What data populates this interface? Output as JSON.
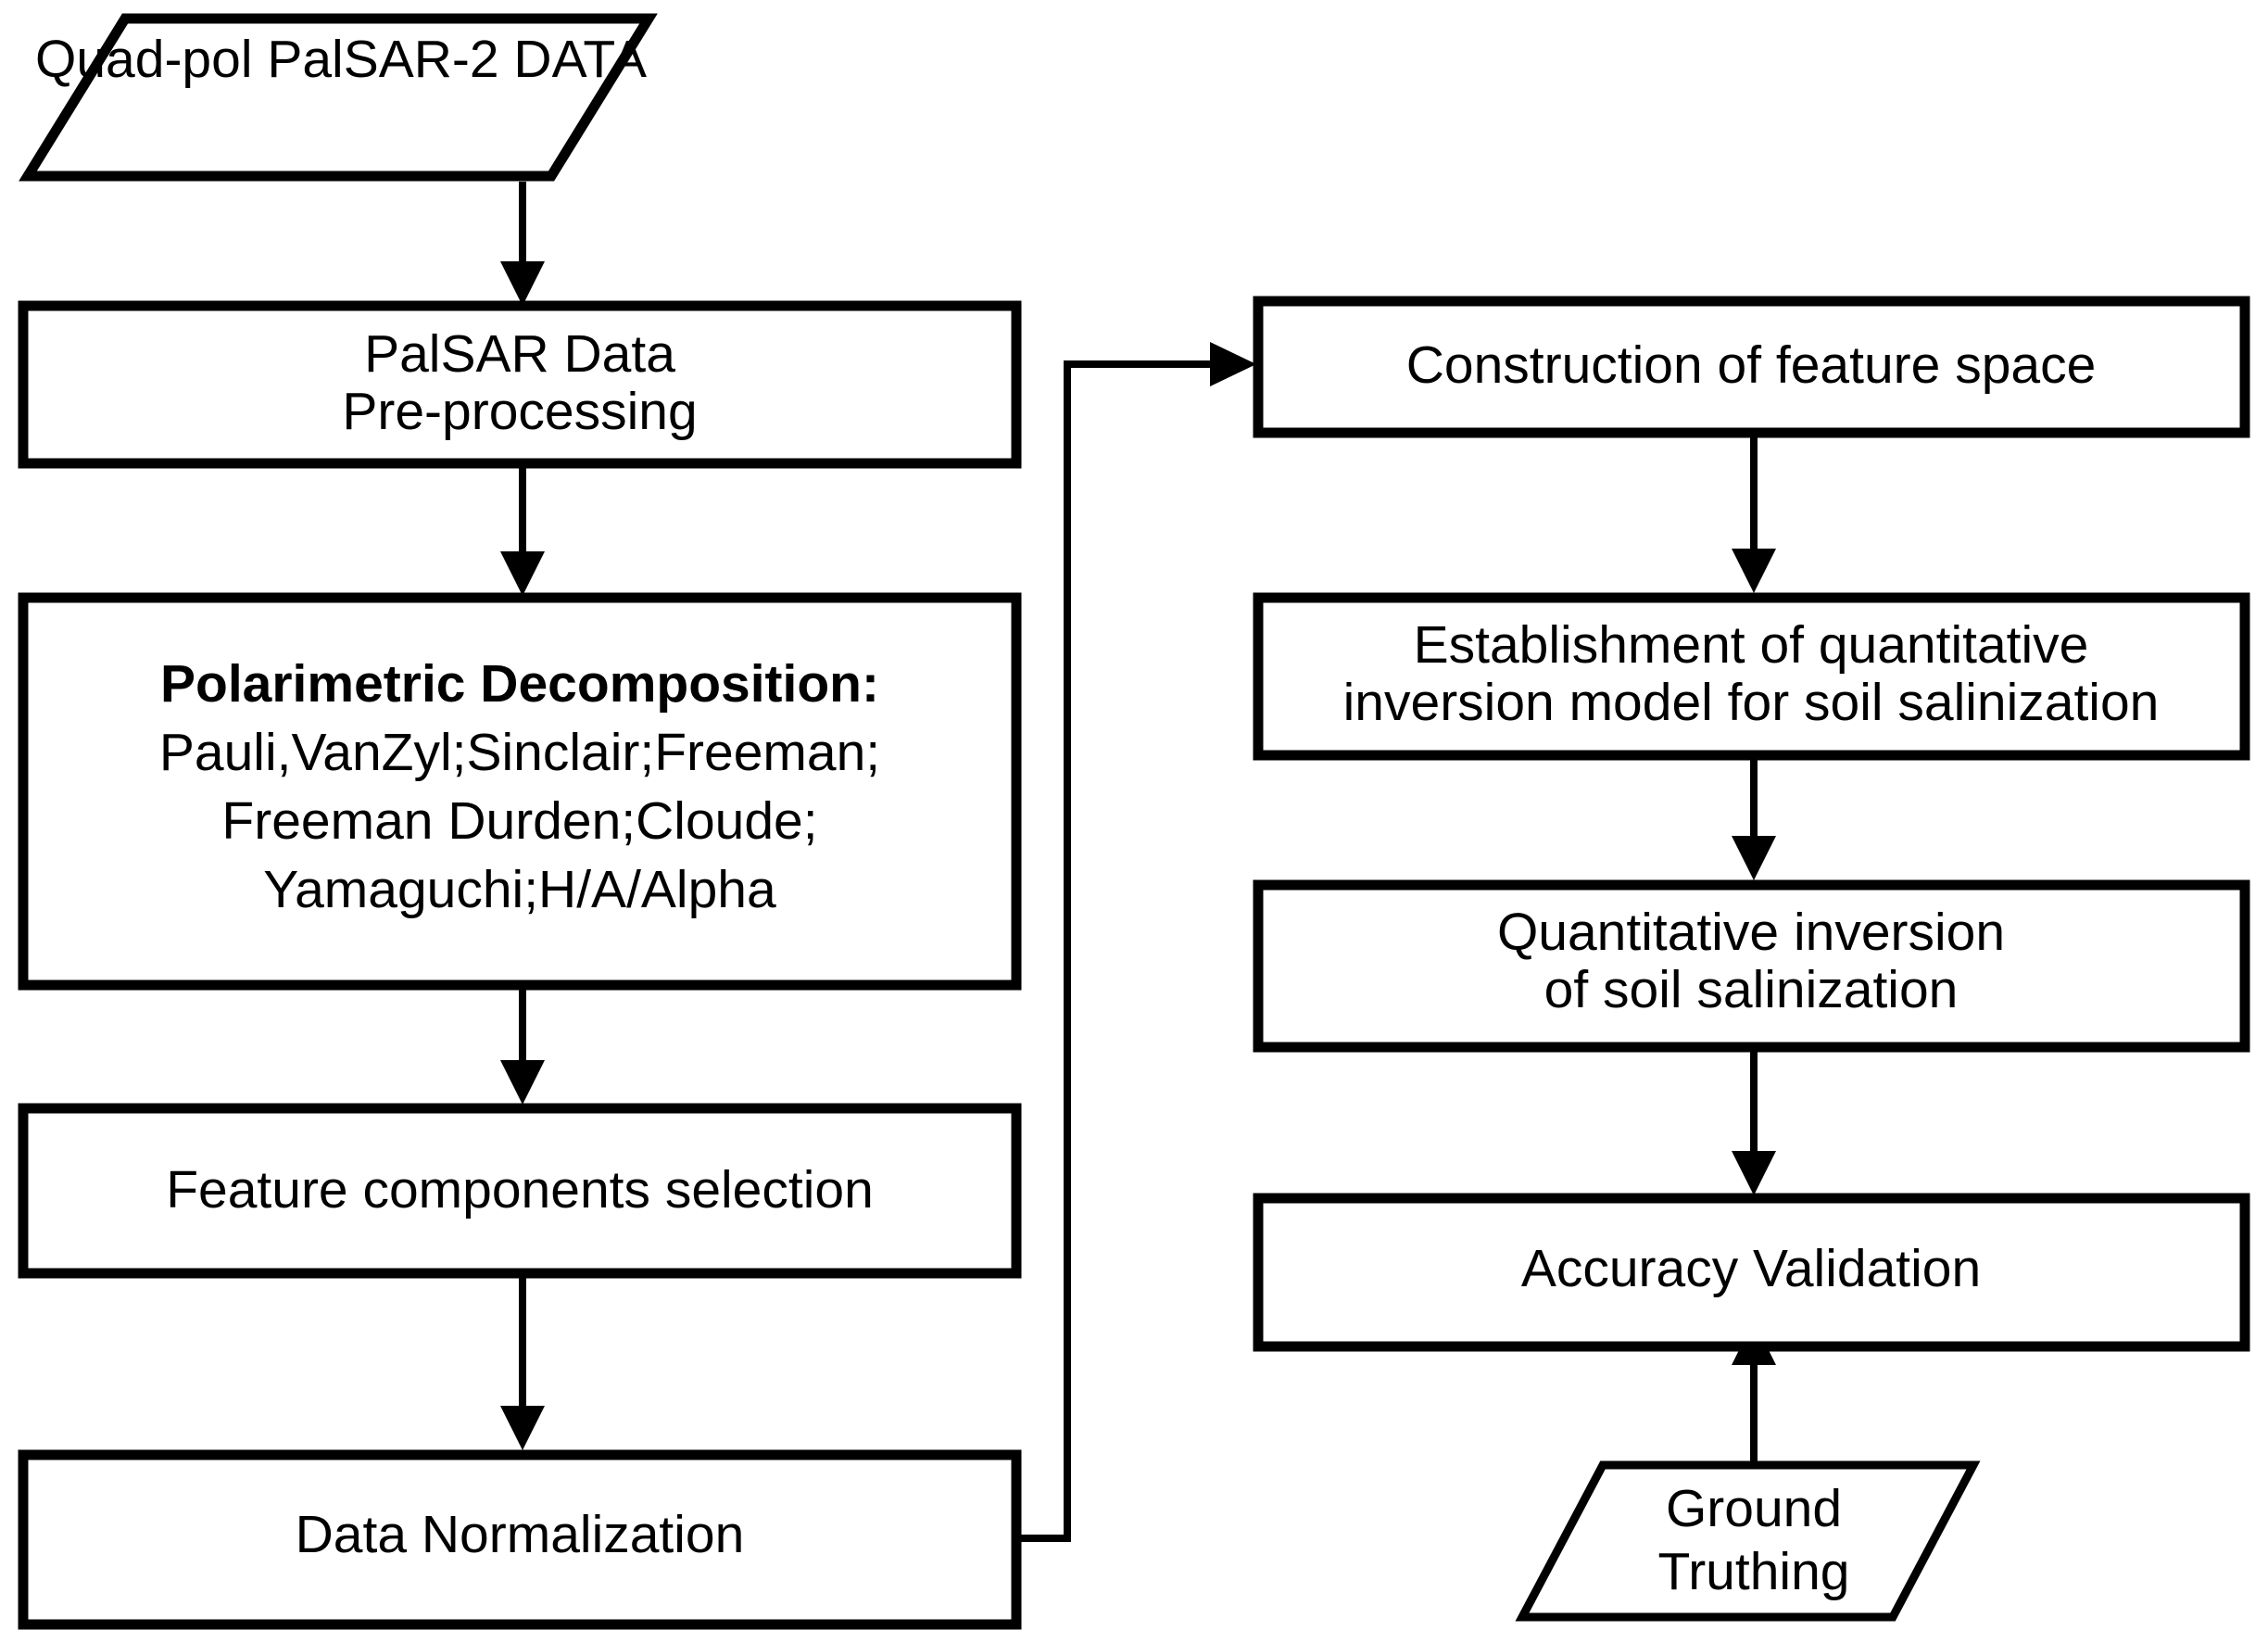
{
  "diagram": {
    "title": "Soil salinization quantitative inversion workflow",
    "background_color": "#ffffff",
    "line_color": "#000000",
    "text_color": "#000000",
    "nodes": {
      "quad_pol_data": {
        "shape": "parallelogram",
        "label": "Quad-pol PalSAR-2 DATA"
      },
      "palsar_preprocessing": {
        "shape": "rectangle",
        "line1": "PalSAR Data",
        "line2": "Pre-processing"
      },
      "polarimetric_decomposition": {
        "shape": "rectangle",
        "heading": "Polarimetric Decomposition:",
        "line1": "Pauli,VanZyl;Sinclair;Freeman;",
        "line2": "Freeman Durden;Cloude;",
        "line3": "Yamaguchi;H/A/Alpha"
      },
      "feature_selection": {
        "shape": "rectangle",
        "label": "Feature components selection"
      },
      "data_normalization": {
        "shape": "rectangle",
        "label": "Data Normalization"
      },
      "feature_space": {
        "shape": "rectangle",
        "label": "Construction of feature space"
      },
      "inversion_model": {
        "shape": "rectangle",
        "line1": "Establishment of quantitative",
        "line2": "inversion model for soil salinization"
      },
      "quantitative_inversion": {
        "shape": "rectangle",
        "line1": "Quantitative inversion",
        "line2": "of soil salinization"
      },
      "accuracy_validation": {
        "shape": "rectangle",
        "label": "Accuracy Validation"
      },
      "ground_truthing": {
        "shape": "parallelogram",
        "line1": "Ground",
        "line2": "Truthing"
      }
    },
    "edges": [
      {
        "from": "quad_pol_data",
        "to": "palsar_preprocessing",
        "style": "vertical-arrow"
      },
      {
        "from": "palsar_preprocessing",
        "to": "polarimetric_decomposition",
        "style": "vertical-arrow"
      },
      {
        "from": "polarimetric_decomposition",
        "to": "feature_selection",
        "style": "vertical-arrow"
      },
      {
        "from": "feature_selection",
        "to": "data_normalization",
        "style": "vertical-arrow"
      },
      {
        "from": "data_normalization",
        "to": "feature_space",
        "style": "elbow-right-up-arrow"
      },
      {
        "from": "feature_space",
        "to": "inversion_model",
        "style": "vertical-arrow"
      },
      {
        "from": "inversion_model",
        "to": "quantitative_inversion",
        "style": "vertical-arrow"
      },
      {
        "from": "quantitative_inversion",
        "to": "accuracy_validation",
        "style": "vertical-arrow"
      },
      {
        "from": "ground_truthing",
        "to": "accuracy_validation",
        "style": "vertical-arrow-up"
      }
    ]
  }
}
